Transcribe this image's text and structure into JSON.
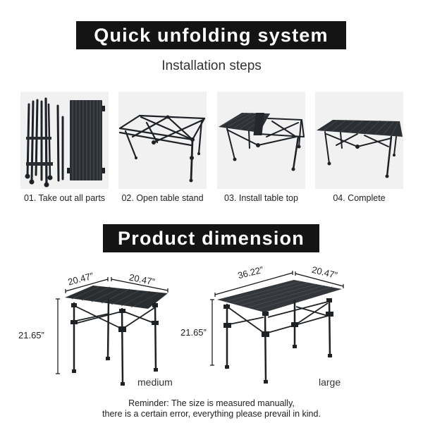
{
  "header": {
    "title": "Quick unfolding system",
    "subtitle": "Installation steps"
  },
  "steps": [
    {
      "label": "01. Take out all parts",
      "image": "disassembled-parts"
    },
    {
      "label": "02. Open table stand",
      "image": "open-frame"
    },
    {
      "label": "03. Install table top",
      "image": "table-top-rolling"
    },
    {
      "label": "04. Complete",
      "image": "assembled-table"
    }
  ],
  "dimensions": {
    "title": "Product dimension",
    "medium": {
      "name": "medium",
      "width": "20.47”",
      "depth": "20.47”",
      "height": "21.65”"
    },
    "large": {
      "name": "large",
      "width": "36.22”",
      "depth": "20.47”",
      "height": "21.65”"
    }
  },
  "reminder": {
    "line1": "Reminder: The size is measured manually,",
    "line2": "there is a certain error, everything please prevail in kind."
  },
  "colors": {
    "banner_bg": "#141414",
    "banner_text": "#ffffff",
    "panel_bg": "#f1f1f1",
    "table_color": "#2a2c2e"
  }
}
